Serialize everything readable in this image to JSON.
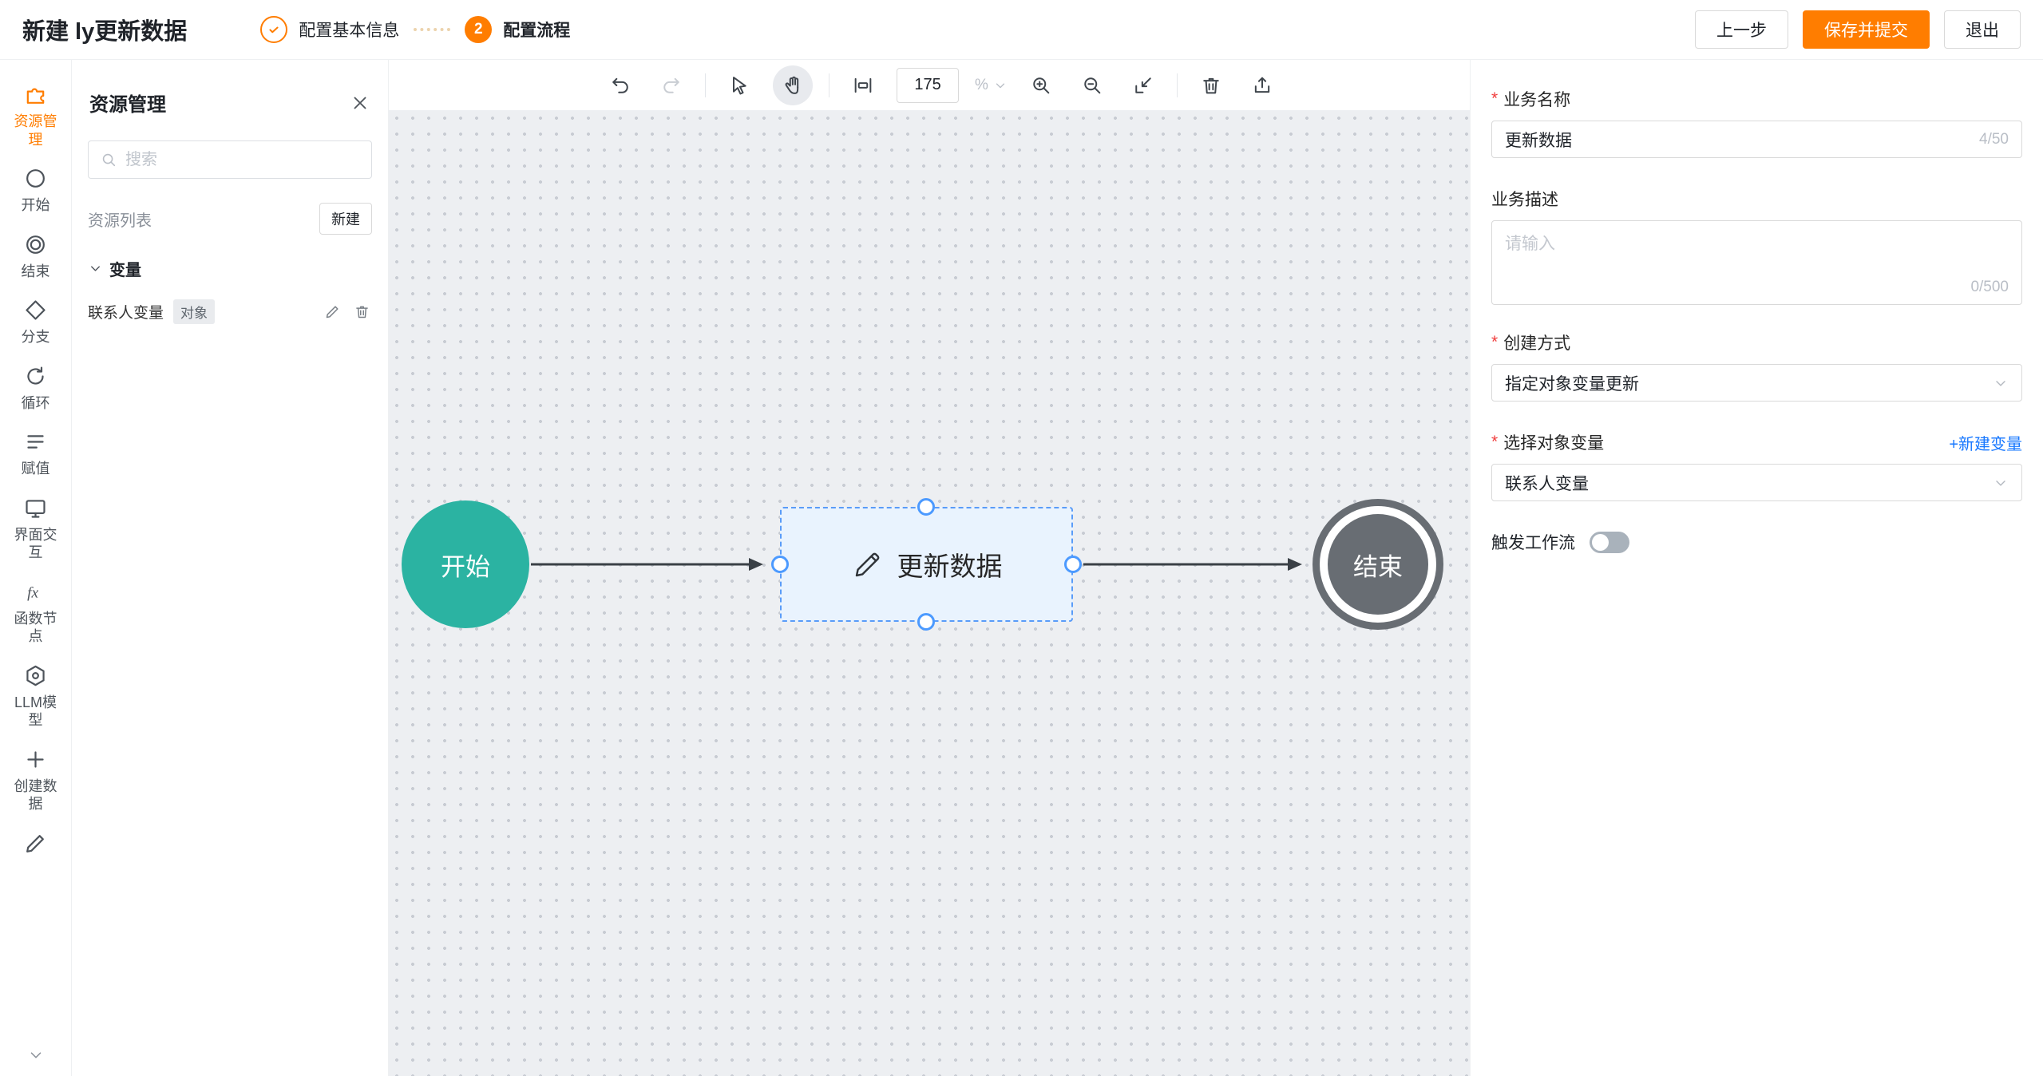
{
  "colors": {
    "accent_orange": "#ff7d00",
    "accent_blue": "#1677ff",
    "start_teal": "#2bb3a2",
    "end_gray": "#686d73",
    "node_border_blue": "#5a9cf8"
  },
  "header": {
    "title": "新建 ly更新数据",
    "steps": [
      {
        "label": "配置基本信息"
      },
      {
        "number": "2",
        "label": "配置流程"
      }
    ],
    "prev_button": "上一步",
    "save_button": "保存并提交",
    "exit_button": "退出"
  },
  "rail": {
    "items": [
      {
        "label": "资源管理"
      },
      {
        "label": "开始"
      },
      {
        "label": "结束"
      },
      {
        "label": "分支"
      },
      {
        "label": "循环"
      },
      {
        "label": "赋值"
      },
      {
        "label": "界面交互"
      },
      {
        "label": "函数节点"
      },
      {
        "label": "LLM模型"
      },
      {
        "label": "创建数据"
      }
    ]
  },
  "resource_panel": {
    "title": "资源管理",
    "search_placeholder": "搜索",
    "list_title": "资源列表",
    "new_button": "新建",
    "group_label": "变量",
    "items": [
      {
        "name": "联系人变量",
        "tag": "对象"
      }
    ]
  },
  "canvas_toolbar": {
    "zoom_value": "175",
    "zoom_unit": "%"
  },
  "flow": {
    "start_label": "开始",
    "task_label": "更新数据",
    "end_label": "结束"
  },
  "inspector": {
    "name_label": "业务名称",
    "name_value": "更新数据",
    "name_counter": "4/50",
    "desc_label": "业务描述",
    "desc_placeholder": "请输入",
    "desc_counter": "0/500",
    "create_label": "创建方式",
    "create_value": "指定对象变量更新",
    "var_label": "选择对象变量",
    "new_var_link": "+新建变量",
    "var_value": "联系人变量",
    "trigger_label": "触发工作流"
  }
}
